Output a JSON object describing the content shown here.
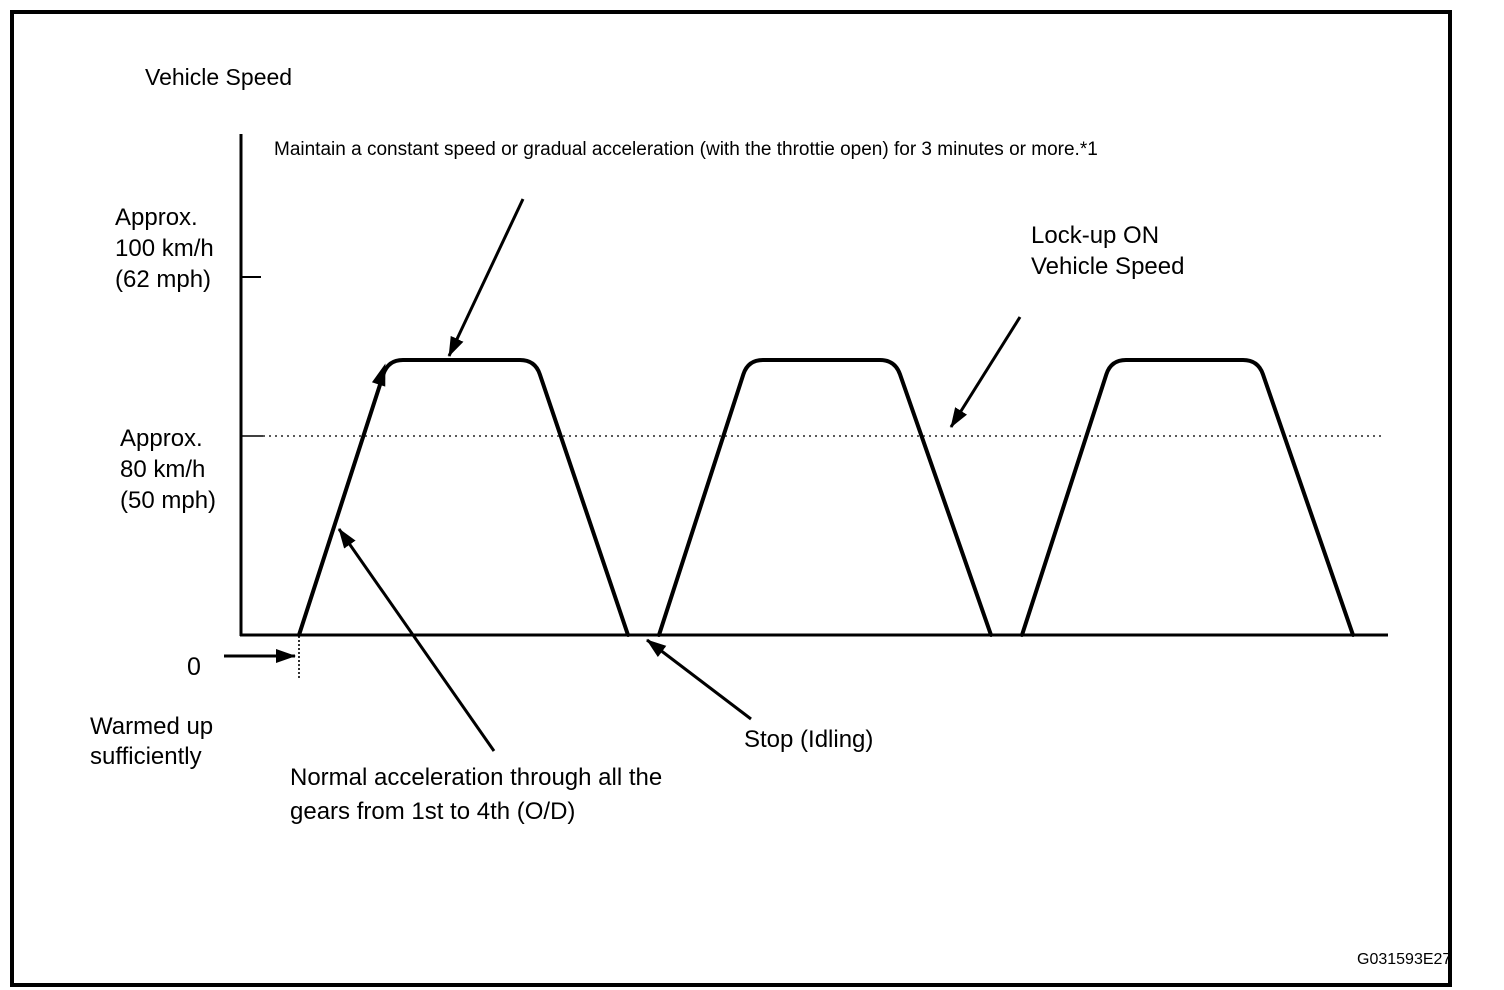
{
  "figure": {
    "title": "Vehicle Speed",
    "note": "Maintain a constant speed or gradual acceleration (with the throttie open) for 3 minutes or more.*1",
    "figure_code": "G031593E27"
  },
  "axis_labels": {
    "approx_100": [
      "Approx.",
      "100 km/h",
      "(62 mph)"
    ],
    "approx_80": [
      "Approx.",
      "80 km/h",
      "(50 mph)"
    ],
    "zero": "0"
  },
  "annotations": {
    "lock_up": [
      "Lock-up ON",
      "Vehicle Speed"
    ],
    "warmed_up": [
      "Warmed up",
      "sufficiently"
    ],
    "normal_accel": [
      "Normal acceleration through all the",
      "gears from 1st to 4th (O/D)"
    ],
    "stop_idling": "Stop (Idling)"
  },
  "chart_data": {
    "type": "line",
    "title": "Vehicle Speed",
    "xlabel": "",
    "ylabel": "Vehicle Speed",
    "ylim": [
      0,
      110
    ],
    "grid": false,
    "line_color": "#000000",
    "reference_levels": [
      {
        "label": "Approx. 100 km/h (62 mph)",
        "value": 100,
        "style": "tick"
      },
      {
        "label": "Approx. 80 km/h (50 mph)",
        "value": 80,
        "style": "dotted",
        "meaning": "Lock-up ON Vehicle Speed"
      }
    ],
    "series": [
      {
        "name": "Vehicle Speed",
        "peak_kmh": 90,
        "points": [
          [
            0,
            0
          ],
          [
            0.89,
            90
          ],
          [
            2.36,
            90
          ],
          [
            3.29,
            0
          ],
          [
            3.6,
            0
          ],
          [
            4.49,
            90
          ],
          [
            5.96,
            90
          ],
          [
            6.92,
            0
          ],
          [
            7.23,
            0
          ],
          [
            8.12,
            90
          ],
          [
            9.59,
            90
          ],
          [
            10.54,
            0
          ]
        ]
      }
    ],
    "annotation_texts": [
      "Maintain a constant speed or gradual acceleration (with the throttie open) for 3 minutes or more.*1",
      "Lock-up ON Vehicle Speed",
      "Warmed up sufficiently",
      "Normal acceleration through all the gears from 1st to 4th (O/D)",
      "Stop (Idling)"
    ]
  }
}
